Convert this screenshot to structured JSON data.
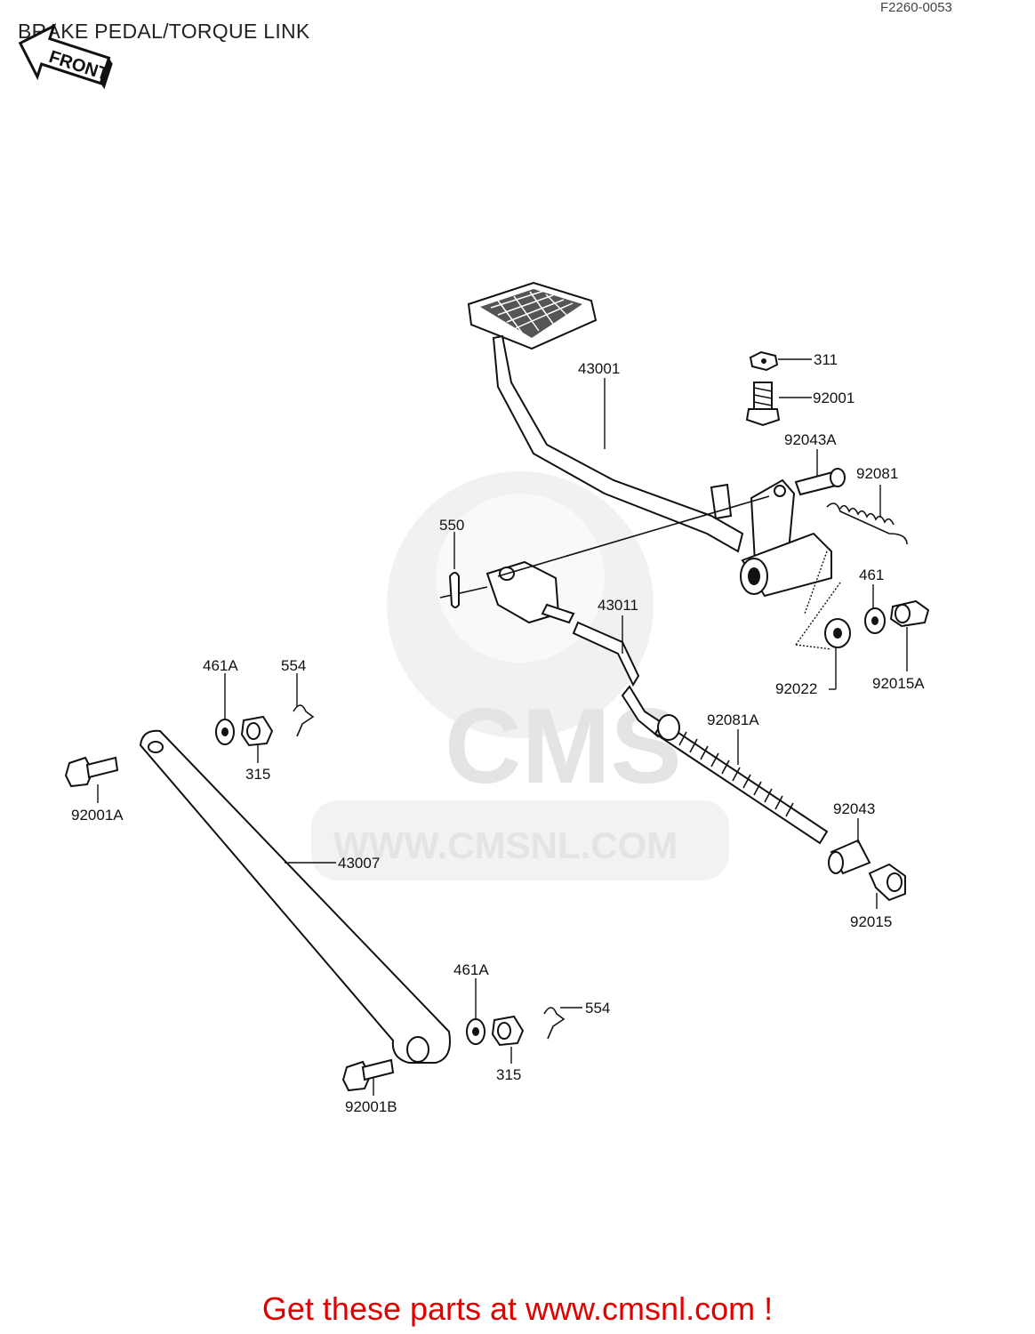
{
  "page": {
    "title": "BRAKE PEDAL/TORQUE LINK",
    "figure_number": "F2260-0053",
    "front_arrow_label": "FRONT",
    "footer_link": "Get these parts at www.cmsnl.com !"
  },
  "watermark": {
    "logo_text": "CMS",
    "url": "WWW.CMSNL.COM"
  },
  "parts": [
    {
      "label": "311"
    },
    {
      "label": "92001"
    },
    {
      "label": "43001"
    },
    {
      "label": "92043A"
    },
    {
      "label": "92081"
    },
    {
      "label": "550"
    },
    {
      "label": "43011"
    },
    {
      "label": "461"
    },
    {
      "label": "92022"
    },
    {
      "label": "92015A"
    },
    {
      "label": "461A"
    },
    {
      "label": "554"
    },
    {
      "label": "315"
    },
    {
      "label": "92081A"
    },
    {
      "label": "92001A"
    },
    {
      "label": "92043"
    },
    {
      "label": "43007"
    },
    {
      "label": "92015"
    },
    {
      "label": "461A"
    },
    {
      "label": "554"
    },
    {
      "label": "315"
    },
    {
      "label": "92001B"
    }
  ]
}
